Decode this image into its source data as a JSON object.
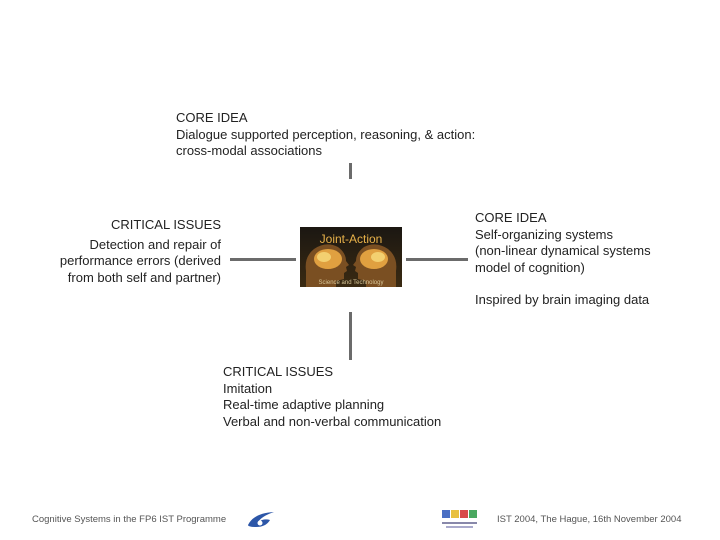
{
  "top_core": {
    "heading": "CORE IDEA",
    "line1": "Dialogue supported perception, reasoning, & action:",
    "line2": "cross-modal associations"
  },
  "left_issues": {
    "heading": "CRITICAL ISSUES",
    "line1": "Detection and repair of",
    "line2": "performance errors (derived",
    "line3": "from both self and partner)"
  },
  "right_core": {
    "heading": "CORE IDEA",
    "line1": "Self-organizing systems",
    "line2": "(non-linear dynamical systems",
    "line3": "model of cognition)",
    "line4": "Inspired by brain imaging data"
  },
  "bottom_issues": {
    "heading": "CRITICAL ISSUES",
    "line1": "Imitation",
    "line2": "Real-time adaptive planning",
    "line3": "Verbal and non-verbal communication"
  },
  "center_image": {
    "title": "Joint-Action",
    "caption": "Science and Technology"
  },
  "footer": {
    "left": "Cognitive Systems in the FP6 IST Programme",
    "right": "IST 2004,  The Hague, 16th November 2004"
  },
  "colors": {
    "text": "#222222",
    "lines": "#6b6b6b",
    "logo_blue": "#2c56a8"
  }
}
